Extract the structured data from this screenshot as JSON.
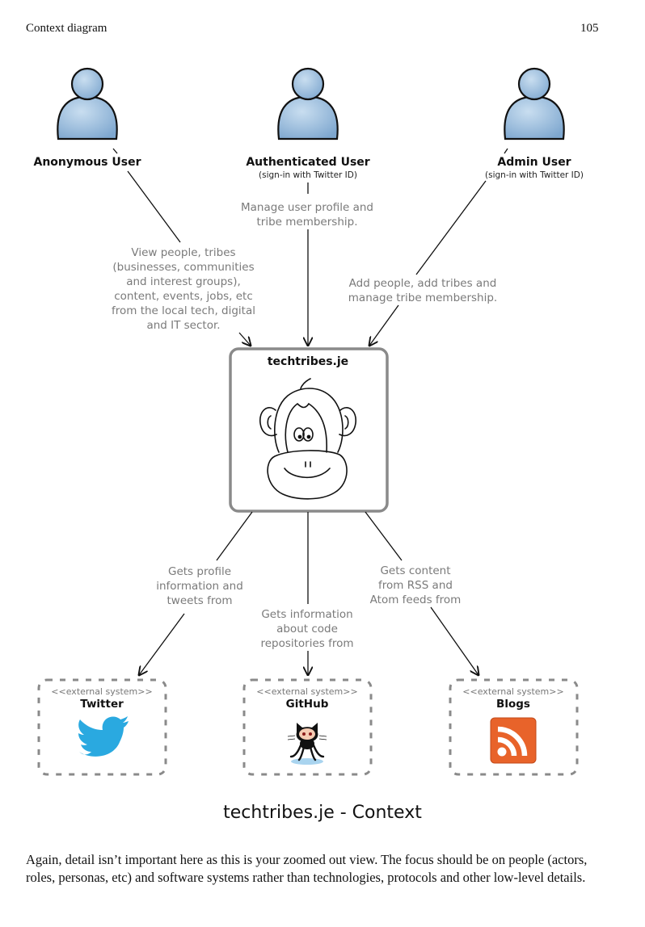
{
  "header": {
    "title": "Context diagram",
    "page_number": "105"
  },
  "diagram": {
    "users": [
      {
        "name": "Anonymous User",
        "subtitle": ""
      },
      {
        "name": "Authenticated User",
        "subtitle": "(sign-in with Twitter ID)"
      },
      {
        "name": "Admin User",
        "subtitle": "(sign-in with Twitter ID)"
      }
    ],
    "user_descriptions": {
      "anonymous": [
        "View people, tribes",
        "(businesses, communities",
        "and interest groups),",
        "content, events, jobs, etc",
        "from the local tech, digital",
        "and IT sector."
      ],
      "authenticated": [
        "Manage user profile and",
        "tribe membership."
      ],
      "admin": [
        "Add people, add tribes and",
        "manage tribe membership."
      ]
    },
    "system": {
      "name": "techtribes.je",
      "icon": "monkey-face-icon"
    },
    "external_descriptions": {
      "twitter": [
        "Gets profile",
        "information and",
        "tweets from"
      ],
      "github": [
        "Gets information",
        "about code",
        "repositories from"
      ],
      "blogs": [
        "Gets content",
        "from RSS and",
        "Atom feeds from"
      ]
    },
    "external_systems": [
      {
        "stereotype": "<<external system>>",
        "name": "Twitter",
        "icon": "twitter-bird-icon"
      },
      {
        "stereotype": "<<external system>>",
        "name": "GitHub",
        "icon": "octocat-icon"
      },
      {
        "stereotype": "<<external system>>",
        "name": "Blogs",
        "icon": "rss-feed-icon"
      }
    ],
    "colors": {
      "person_fill": "#8eb3d6",
      "twitter_blue": "#2aa9e0",
      "rss_orange": "#e8632a",
      "description_gray": "#7a7a7a"
    }
  },
  "caption": "techtribes.je - Context",
  "body_text": "Again, detail isn’t important here as this is your zoomed out view. The focus should be on people (actors, roles, personas, etc) and software systems rather than technologies, protocols and other low-level details."
}
